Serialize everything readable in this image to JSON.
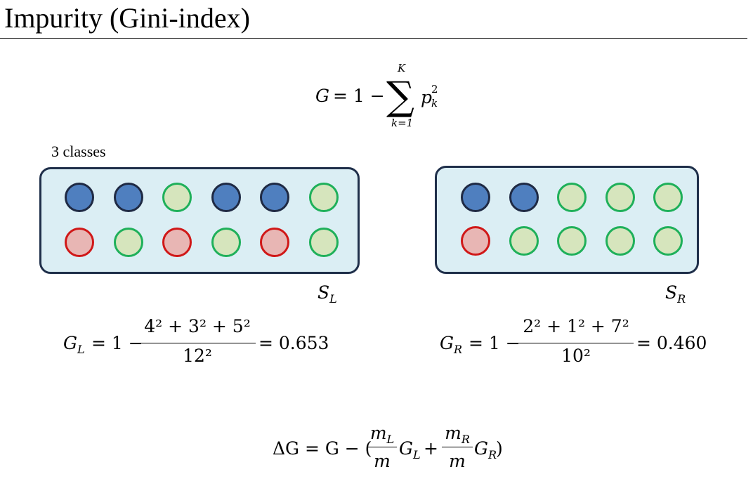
{
  "title": "Impurity (Gini-index)",
  "classes_label": "3 classes",
  "formula_main": {
    "lhs": "G",
    "eq_part": "= 1 −",
    "upper": "K",
    "lower": "k=1",
    "term": "p",
    "term_sup": "2",
    "term_sub": "k"
  },
  "left_set": {
    "label": "S",
    "label_sub": "L",
    "top_row": [
      "blue",
      "blue",
      "green",
      "blue",
      "blue",
      "green"
    ],
    "bottom_row": [
      "red",
      "green",
      "red",
      "green",
      "red",
      "green"
    ]
  },
  "right_set": {
    "label": "S",
    "label_sub": "R",
    "top_row": [
      "blue",
      "blue",
      "green",
      "green",
      "green"
    ],
    "bottom_row": [
      "red",
      "green",
      "green",
      "green",
      "green"
    ]
  },
  "formula_left": {
    "lhs": "G",
    "lhs_sub": "L",
    "eq_part": "= 1 −",
    "numerator": "4² + 3² + 5²",
    "denominator": "12²",
    "result": "= 0.653"
  },
  "formula_right": {
    "lhs": "G",
    "lhs_sub": "R",
    "eq_part": "= 1 −",
    "numerator": "2² + 1² + 7²",
    "denominator": "10²",
    "result": "= 0.460"
  },
  "formula_delta": {
    "lhs": "ΔG = G − (",
    "frac1_num": "m",
    "frac1_num_sub": "L",
    "frac1_den": "m",
    "g1": "G",
    "g1_sub": "L",
    "plus": "+",
    "frac2_num": "m",
    "frac2_num_sub": "R",
    "frac2_den": "m",
    "g2": "G",
    "g2_sub": "R",
    "close": ")"
  },
  "colors": {
    "blue_fill": "#4f7fbf",
    "green_fill": "#d6e5bd",
    "red_fill": "#e8b6b4",
    "box_fill": "#dbeef4"
  }
}
